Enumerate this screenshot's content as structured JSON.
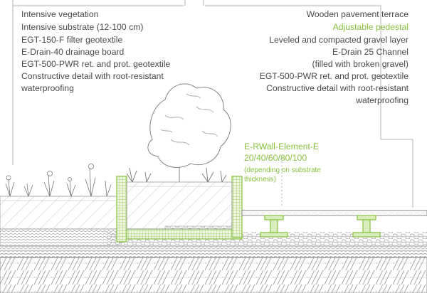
{
  "left_labels": [
    "Intensive vegetation",
    "Intensive substrate (12-100 cm)",
    "EGT-150-F filter geotextile",
    "E-Drain-40 drainage board",
    "EGT-500-PWR ret. and prot. geotextile",
    "Constructive detail with root-resistant",
    "waterproofing"
  ],
  "right_labels": [
    "Wooden pavement terrace",
    "Adjustable pedestal",
    "Leveled and compacted gravel layer",
    "E-Drain 25 Channel",
    "(filled with broken gravel)",
    "EGT-500-PWR ret. and prot. geotextile",
    "Constructive detail with root-resistant",
    "waterproofing"
  ],
  "wall_label": {
    "title": "E-RWall-Element-E",
    "sizes": "20/40/60/80/100",
    "note_line1": "(depending on substrate",
    "note_line2": "thickness)"
  },
  "colors": {
    "accent_green": "#86c13c",
    "text_gray": "#4a4a4a",
    "line_gray": "#8a8a8a"
  }
}
